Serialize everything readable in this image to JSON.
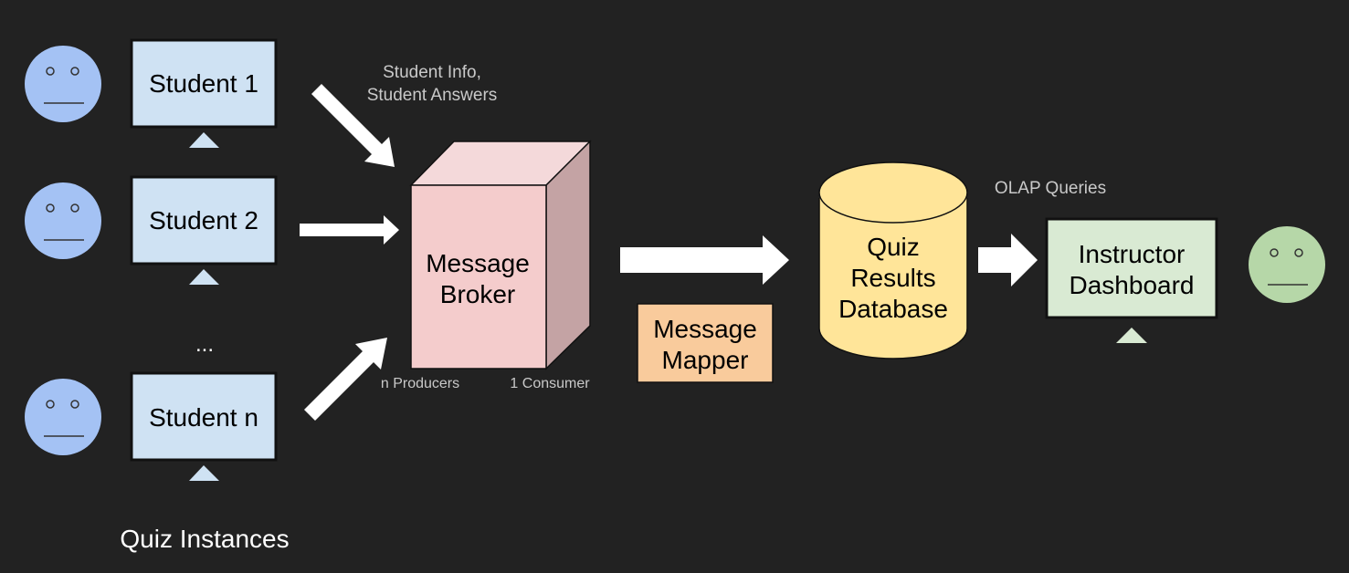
{
  "students": [
    {
      "label": "Student 1"
    },
    {
      "label": "Student 2"
    },
    {
      "label": "Student n"
    }
  ],
  "ellipsis": "...",
  "quiz_instances_label": "Quiz Instances",
  "student_info_line1": "Student Info,",
  "student_info_line2": "Student Answers",
  "message_broker": {
    "line1": "Message",
    "line2": "Broker"
  },
  "n_producers": "n Producers",
  "one_consumer": "1 Consumer",
  "message_mapper": {
    "line1": "Message",
    "line2": "Mapper"
  },
  "database": {
    "line1": "Quiz",
    "line2": "Results",
    "line3": "Database"
  },
  "olap_queries": "OLAP Queries",
  "dashboard": {
    "line1": "Instructor",
    "line2": "Dashboard"
  },
  "colors": {
    "background": "#222222",
    "student_face": "#a4c2f4",
    "student_screen": "#cfe2f3",
    "broker_front": "#f4cccc",
    "broker_top": "#f4d9da",
    "broker_side": "#c4a3a4",
    "mapper": "#f9cb9c",
    "database": "#ffe599",
    "dashboard_screen": "#d9ead3",
    "instructor_face": "#b6d7a8"
  }
}
